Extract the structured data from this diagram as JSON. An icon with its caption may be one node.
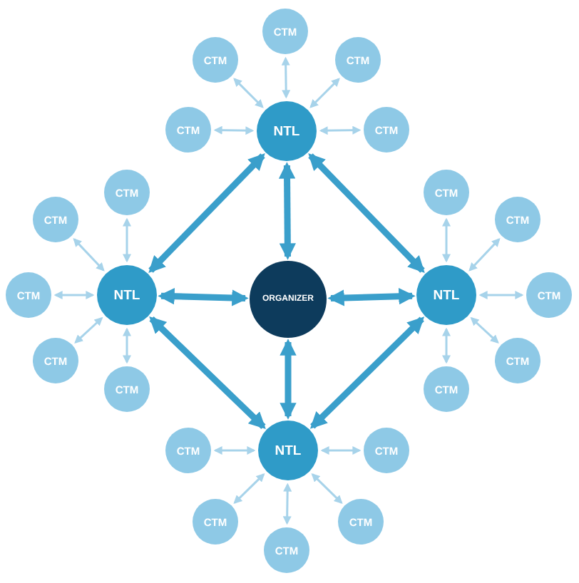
{
  "diagram": {
    "nodes": [
      {
        "text": [
          "ORGANIZER"
        ]
      },
      {
        "text": [
          "NTL"
        ]
      },
      {
        "text": [
          "NTL"
        ]
      },
      {
        "text": [
          "NTL"
        ]
      },
      {
        "text": [
          "NTL"
        ]
      },
      {
        "text": [
          "CTM"
        ]
      },
      {
        "text": [
          "CTM"
        ]
      },
      {
        "text": [
          "CTM"
        ]
      },
      {
        "text": [
          "CTM"
        ]
      },
      {
        "text": [
          "CTM"
        ]
      },
      {
        "text": [
          "CTM"
        ]
      },
      {
        "text": [
          "CTM"
        ]
      },
      {
        "text": [
          "CTM"
        ]
      },
      {
        "text": [
          "CTM"
        ]
      },
      {
        "text": [
          "CTM"
        ]
      },
      {
        "text": [
          "CTM"
        ]
      },
      {
        "text": [
          "CTM"
        ]
      },
      {
        "text": [
          "CTM"
        ]
      },
      {
        "text": [
          "CTM"
        ]
      },
      {
        "text": [
          "CTM"
        ]
      },
      {
        "text": [
          "CTM"
        ]
      },
      {
        "text": [
          "CTM"
        ]
      },
      {
        "text": [
          "CTM"
        ]
      },
      {
        "text": [
          "CTM"
        ]
      },
      {
        "text": [
          "CTM"
        ]
      }
    ],
    "edges": [
      {
        "from": 0,
        "to": 1,
        "arrow": "both",
        "style": "thick",
        "color": "#3a9fcb"
      },
      {
        "from": 0,
        "to": 2,
        "arrow": "both",
        "style": "thick",
        "color": "#3a9fcb"
      },
      {
        "from": 0,
        "to": 3,
        "arrow": "both",
        "style": "thick",
        "color": "#3a9fcb"
      },
      {
        "from": 0,
        "to": 4,
        "arrow": "both",
        "style": "thick",
        "color": "#3a9fcb"
      },
      {
        "from": 1,
        "to": 2,
        "arrow": "both",
        "style": "thick",
        "color": "#3a9fcb"
      },
      {
        "from": 1,
        "to": 3,
        "arrow": "both",
        "style": "thick",
        "color": "#3a9fcb"
      },
      {
        "from": 2,
        "to": 4,
        "arrow": "both",
        "style": "thick",
        "color": "#3a9fcb"
      },
      {
        "from": 3,
        "to": 4,
        "arrow": "both",
        "style": "thick",
        "color": "#3a9fcb"
      },
      {
        "from": 1,
        "to": 5,
        "arrow": "both"
      },
      {
        "from": 1,
        "to": 6,
        "arrow": "both"
      },
      {
        "from": 1,
        "to": 7,
        "arrow": "both"
      },
      {
        "from": 1,
        "to": 8,
        "arrow": "both"
      },
      {
        "from": 1,
        "to": 9,
        "arrow": "both"
      },
      {
        "from": 2,
        "to": 10,
        "arrow": "both"
      },
      {
        "from": 2,
        "to": 11,
        "arrow": "both"
      },
      {
        "from": 2,
        "to": 12,
        "arrow": "both"
      },
      {
        "from": 2,
        "to": 13,
        "arrow": "both"
      },
      {
        "from": 2,
        "to": 14,
        "arrow": "both"
      },
      {
        "from": 3,
        "to": 15,
        "arrow": "both"
      },
      {
        "from": 3,
        "to": 16,
        "arrow": "both"
      },
      {
        "from": 3,
        "to": 17,
        "arrow": "both"
      },
      {
        "from": 3,
        "to": 18,
        "arrow": "both"
      },
      {
        "from": 3,
        "to": 19,
        "arrow": "both"
      },
      {
        "from": 4,
        "to": 20,
        "arrow": "both"
      },
      {
        "from": 4,
        "to": 21,
        "arrow": "both"
      },
      {
        "from": 4,
        "to": 22,
        "arrow": "both"
      },
      {
        "from": 4,
        "to": 23,
        "arrow": "both"
      },
      {
        "from": 4,
        "to": 24,
        "arrow": "both"
      }
    ]
  }
}
